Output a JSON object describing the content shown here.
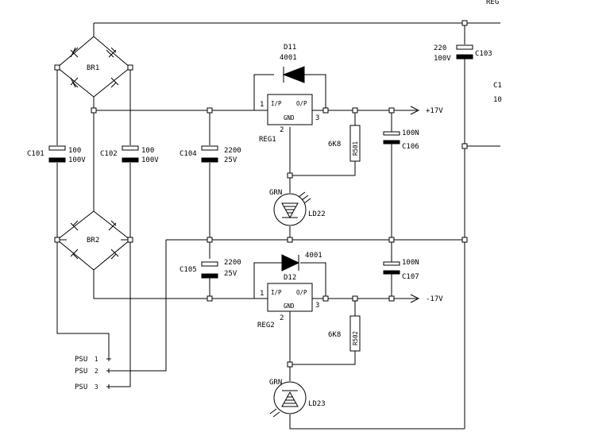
{
  "bridges": [
    {
      "id": "BR1"
    },
    {
      "id": "BR2"
    }
  ],
  "capacitors": {
    "c101": {
      "ref": "C101",
      "value": "100",
      "voltage": "100V"
    },
    "c102": {
      "ref": "C102",
      "value": "100",
      "voltage": "100V"
    },
    "c104": {
      "ref": "C104",
      "value": "2200",
      "voltage": "25V"
    },
    "c105": {
      "ref": "C105",
      "value": "2200",
      "voltage": "25V"
    },
    "c106": {
      "ref": "C106",
      "value": "100N"
    },
    "c107": {
      "ref": "C107",
      "value": "100N"
    },
    "c103": {
      "ref": "C103",
      "value": "220",
      "voltage": "100V"
    }
  },
  "diodes": {
    "d11": {
      "ref": "D11",
      "part": "4001"
    },
    "d12": {
      "ref": "D12",
      "part": "4001"
    }
  },
  "regulators": {
    "reg1": {
      "ref": "REG1",
      "in": "I/P",
      "out": "O/P",
      "gnd": "GND",
      "pin1": "1",
      "pin2": "2",
      "pin3": "3"
    },
    "reg2": {
      "ref": "REG2",
      "in": "I/P",
      "out": "O/P",
      "gnd": "GND",
      "pin1": "1",
      "pin2": "2",
      "pin3": "3"
    }
  },
  "resistors": {
    "r501": {
      "ref": "R501",
      "value": "6K8"
    },
    "r502": {
      "ref": "R502",
      "value": "6K8"
    }
  },
  "leds": {
    "ld22": {
      "ref": "LD22",
      "color": "GRN"
    },
    "ld23": {
      "ref": "LD23",
      "color": "GRN"
    }
  },
  "rails": {
    "pos": "+17V",
    "neg": "-17V"
  },
  "psu": [
    {
      "label": "PSU",
      "pin": "1"
    },
    {
      "label": "PSU",
      "pin": "2"
    },
    {
      "label": "PSU",
      "pin": "3"
    }
  ],
  "cut_off": {
    "top_right": "REG",
    "c_partial": "C1",
    "v_partial": "10"
  }
}
